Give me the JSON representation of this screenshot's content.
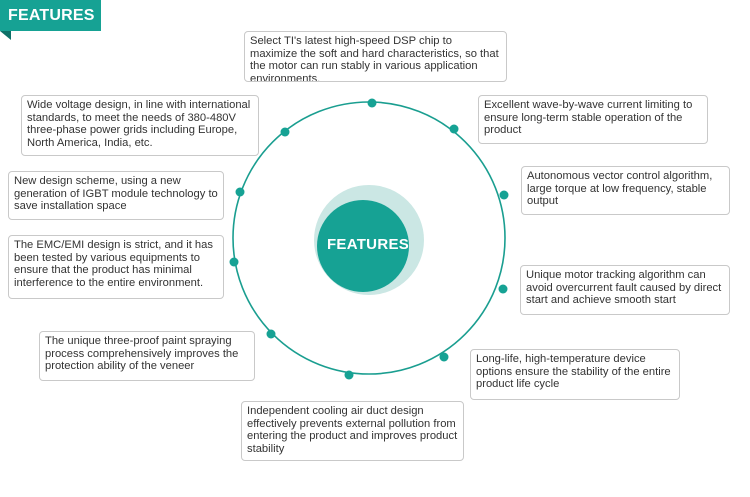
{
  "header": {
    "tag_label": "FEATURES"
  },
  "center": {
    "label": "FEATURES"
  },
  "colors": {
    "teal": "#16a294",
    "teal_dark": "#0e7067",
    "halo": "#cbe7e4",
    "ring": "#1a9e90"
  },
  "features": [
    "Select TI's latest high-speed DSP chip to maximize the soft and hard characteristics, so that the motor can run stably in various application environments.",
    "Excellent wave-by-wave current limiting to ensure long-term stable operation of the product",
    "Autonomous vector control algorithm, large torque at low frequency, stable output",
    "Unique motor tracking algorithm can avoid overcurrent fault caused by direct start and achieve smooth start",
    "Long-life, high-temperature device options ensure the stability of the entire product life cycle",
    "Independent cooling air duct design effectively prevents external pollution from entering the product and improves product stability",
    "The unique three-proof paint spraying process comprehensively improves the protection ability of the veneer",
    "The EMC/EMI design is strict, and it has been tested by various equipments to ensure that the product has minimal interference to the entire environment.",
    "New design scheme, using a new generation of IGBT module technology to save installation space",
    "Wide voltage design, in line with international standards, to meet the needs of 380-480V three-phase power grids including Europe, North America, India, etc."
  ]
}
